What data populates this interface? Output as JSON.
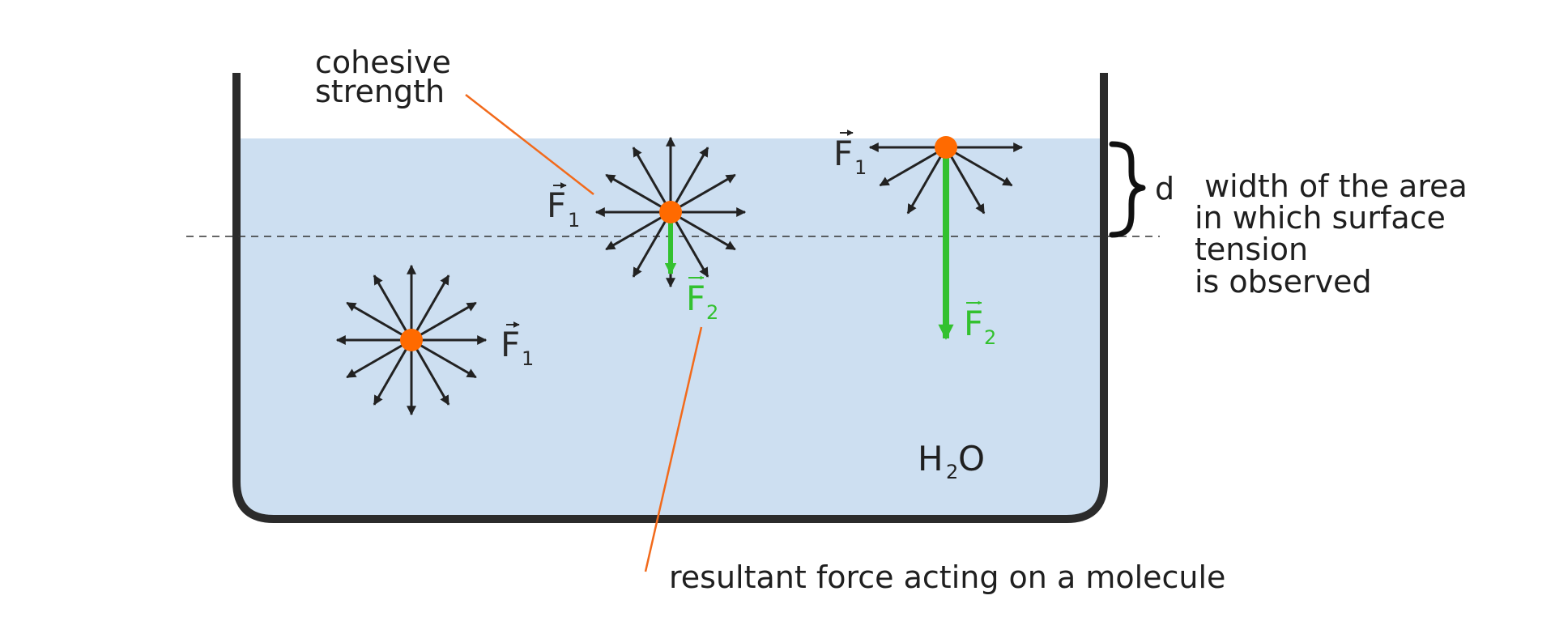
{
  "labels": {
    "cohesive_line1": "cohesive",
    "cohesive_line2": "strength",
    "resultant": "resultant force acting on a molecule",
    "d": "d",
    "width_line1": " width of the area",
    "width_line2": "in which surface",
    "width_line3": "tension",
    "width_line4": "is observed",
    "water_h": "H",
    "water_sub": "2",
    "water_o": "O",
    "force1": "F",
    "force1_sub": "1",
    "force2": "F",
    "force2_sub": "2"
  },
  "colors": {
    "water": "#cddff1",
    "container": "#2b2b2b",
    "molecule": "#ff6a00",
    "arrow": "#222222",
    "resultant": "#33c12f",
    "leader": "#f26a1b",
    "text": "#1f1f1f"
  }
}
